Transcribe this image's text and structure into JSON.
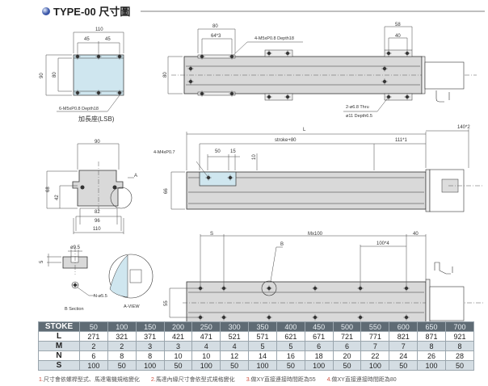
{
  "title": "TYPE-00 尺寸圖",
  "lsb": {
    "w110": "110",
    "w45a": "45",
    "w45b": "45",
    "h90": "90",
    "h80": "80",
    "thread": "6-M5xP0.8 Depth18",
    "label": "加長座(LSB)"
  },
  "top_view": {
    "d80": "80",
    "d64": "64*3",
    "thread": "4-M5xP0.8 Depth18",
    "d58": "58",
    "d40": "40",
    "h80": "80",
    "hole1": "2-ø6.8 Thru",
    "hole2": "ø11 Depth6.5"
  },
  "end_view": {
    "d90": "90",
    "d68": "68",
    "d42": "42",
    "d82": "82",
    "d96": "96",
    "d110": "110",
    "a": "A"
  },
  "side_view": {
    "L": "L",
    "d140": "140*2",
    "stroke": "stroke+80",
    "d111": "111*1",
    "thread": "4-M4xP0.7",
    "d50": "50",
    "d15": "15",
    "d10": "10",
    "h66": "66"
  },
  "bottom_view": {
    "S": "S",
    "M": "Mx100",
    "d40": "40",
    "d100": "100*4",
    "B": "B",
    "h55": "55"
  },
  "b_section": {
    "d95": "ø9.5",
    "d5": "5",
    "hole": "N-ø5.5",
    "label": "B Section"
  },
  "a_view": {
    "label": "A-VIEW"
  },
  "table": {
    "rows": [
      {
        "name": "STOKE",
        "values": [
          "50",
          "100",
          "150",
          "200",
          "250",
          "300",
          "350",
          "400",
          "450",
          "500",
          "550",
          "600",
          "650",
          "700"
        ]
      },
      {
        "name": "L",
        "values": [
          "271",
          "321",
          "371",
          "421",
          "471",
          "521",
          "571",
          "621",
          "671",
          "721",
          "771",
          "821",
          "871",
          "921"
        ]
      },
      {
        "name": "M",
        "values": [
          "2",
          "2",
          "3",
          "3",
          "4",
          "4",
          "5",
          "5",
          "6",
          "6",
          "7",
          "7",
          "8",
          "8"
        ]
      },
      {
        "name": "N",
        "values": [
          "6",
          "8",
          "8",
          "10",
          "10",
          "12",
          "14",
          "16",
          "18",
          "20",
          "22",
          "24",
          "26",
          "28"
        ]
      },
      {
        "name": "S",
        "values": [
          "100",
          "50",
          "100",
          "50",
          "100",
          "50",
          "100",
          "50",
          "100",
          "50",
          "100",
          "50",
          "100",
          "50"
        ]
      }
    ]
  },
  "notes": [
    {
      "num": "1.",
      "text": "尺寸會依螺桿型式、馬達電機規格變化"
    },
    {
      "num": "2.",
      "text": "馬達內緣尺寸會依型式規格變化"
    },
    {
      "num": "3.",
      "text": "做XY直接連接時間距為55"
    },
    {
      "num": "4.",
      "text": "做XY直接連接時間距為80"
    }
  ]
}
